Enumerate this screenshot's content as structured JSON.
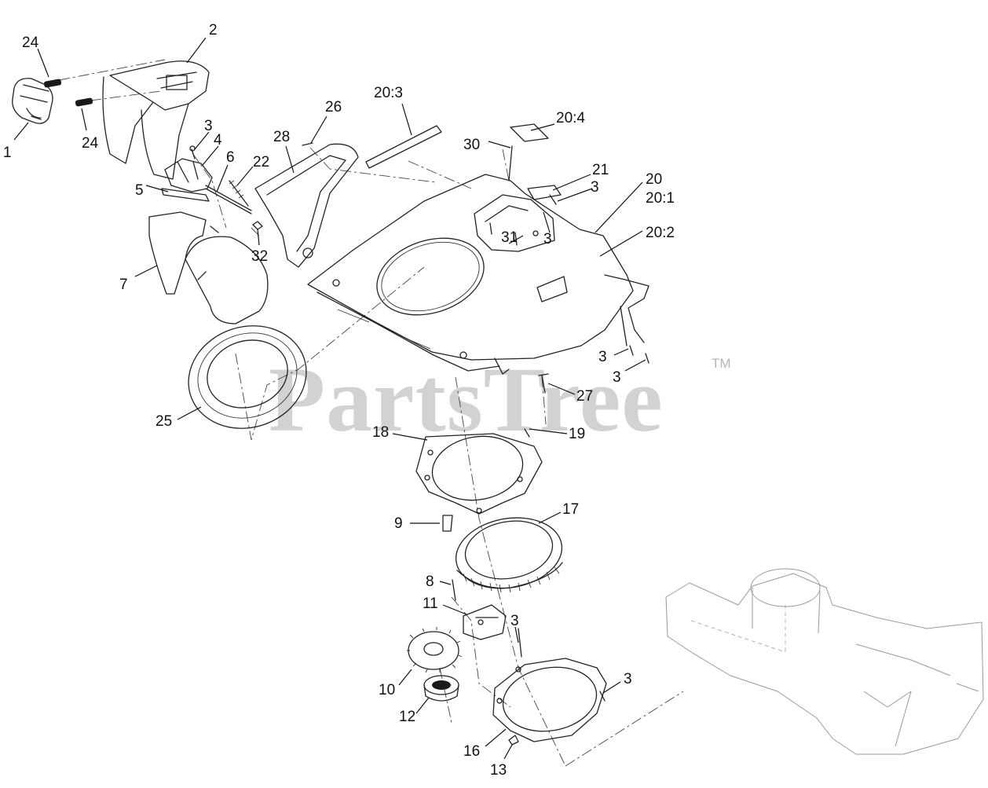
{
  "watermark": {
    "brand": "PartsTree",
    "trademark": "TM"
  },
  "part_labels": [
    {
      "key": "1",
      "text": "1"
    },
    {
      "key": "2",
      "text": "2"
    },
    {
      "key": "24a",
      "text": "24"
    },
    {
      "key": "24b",
      "text": "24"
    },
    {
      "key": "3a",
      "text": "3"
    },
    {
      "key": "4",
      "text": "4"
    },
    {
      "key": "6",
      "text": "6"
    },
    {
      "key": "22",
      "text": "22"
    },
    {
      "key": "5",
      "text": "5"
    },
    {
      "key": "32",
      "text": "32"
    },
    {
      "key": "7",
      "text": "7"
    },
    {
      "key": "26",
      "text": "26"
    },
    {
      "key": "28",
      "text": "28"
    },
    {
      "key": "20_3",
      "text": "20:3"
    },
    {
      "key": "20_4",
      "text": "20:4"
    },
    {
      "key": "30",
      "text": "30"
    },
    {
      "key": "21",
      "text": "21"
    },
    {
      "key": "3b",
      "text": "3"
    },
    {
      "key": "20",
      "text": "20"
    },
    {
      "key": "20_1",
      "text": "20:1"
    },
    {
      "key": "20_2",
      "text": "20:2"
    },
    {
      "key": "31",
      "text": "31"
    },
    {
      "key": "3c",
      "text": "3"
    },
    {
      "key": "3d",
      "text": "3"
    },
    {
      "key": "3e",
      "text": "3"
    },
    {
      "key": "27",
      "text": "27"
    },
    {
      "key": "25",
      "text": "25"
    },
    {
      "key": "18",
      "text": "18"
    },
    {
      "key": "19",
      "text": "19"
    },
    {
      "key": "9",
      "text": "9"
    },
    {
      "key": "17",
      "text": "17"
    },
    {
      "key": "8",
      "text": "8"
    },
    {
      "key": "11",
      "text": "11"
    },
    {
      "key": "3f",
      "text": "3"
    },
    {
      "key": "10",
      "text": "10"
    },
    {
      "key": "12",
      "text": "12"
    },
    {
      "key": "3g",
      "text": "3"
    },
    {
      "key": "16",
      "text": "16"
    },
    {
      "key": "13",
      "text": "13"
    }
  ]
}
